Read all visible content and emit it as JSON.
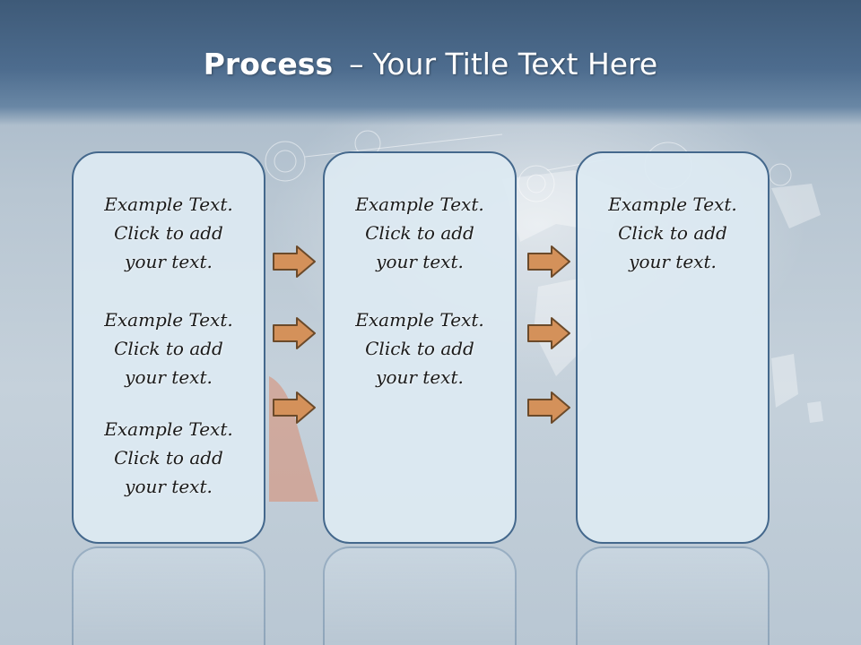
{
  "title": {
    "bold": "Process",
    "dash": "–",
    "rest": "Your Title Text Here"
  },
  "columns": [
    {
      "items": [
        [
          "Example Text.",
          "Click  to add",
          "your text."
        ],
        [
          "Example Text.",
          "Click  to add",
          "your text."
        ],
        [
          "Example Text.",
          "Click  to add",
          "your text."
        ]
      ]
    },
    {
      "items": [
        [
          "Example Text.",
          "Click  to add",
          "your text."
        ],
        [
          "Example Text.",
          "Click  to add",
          "your text."
        ]
      ]
    },
    {
      "items": [
        [
          "Example Text.",
          "Click  to add",
          "your text."
        ]
      ]
    }
  ],
  "colors": {
    "header": "#3e5a78",
    "box_border": "#44688c",
    "box_fill": "#dde9f2",
    "arrow_fill": "#d4915a",
    "arrow_stroke": "#6b4a2a"
  }
}
